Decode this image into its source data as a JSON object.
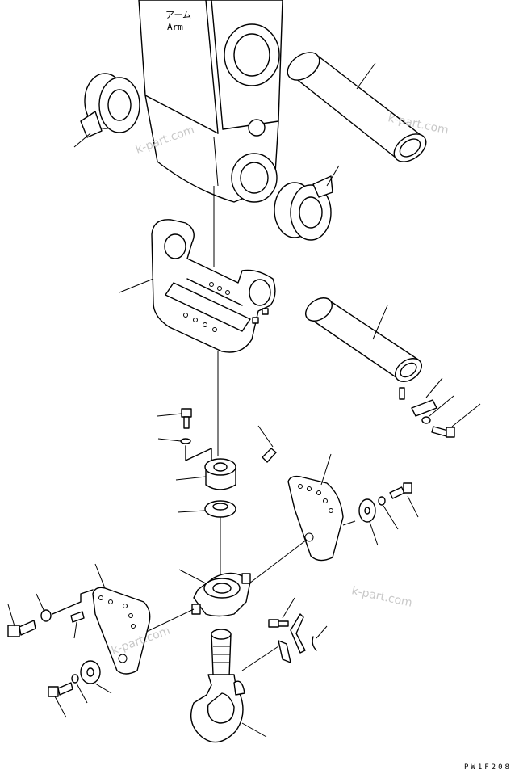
{
  "labels": {
    "arm_jp": "アーム",
    "arm_en": "Arm"
  },
  "watermarks": [
    "k-part.com",
    "k-part.com",
    "k-part.com",
    "k-part.com"
  ],
  "drawing_code": "PW1F208"
}
